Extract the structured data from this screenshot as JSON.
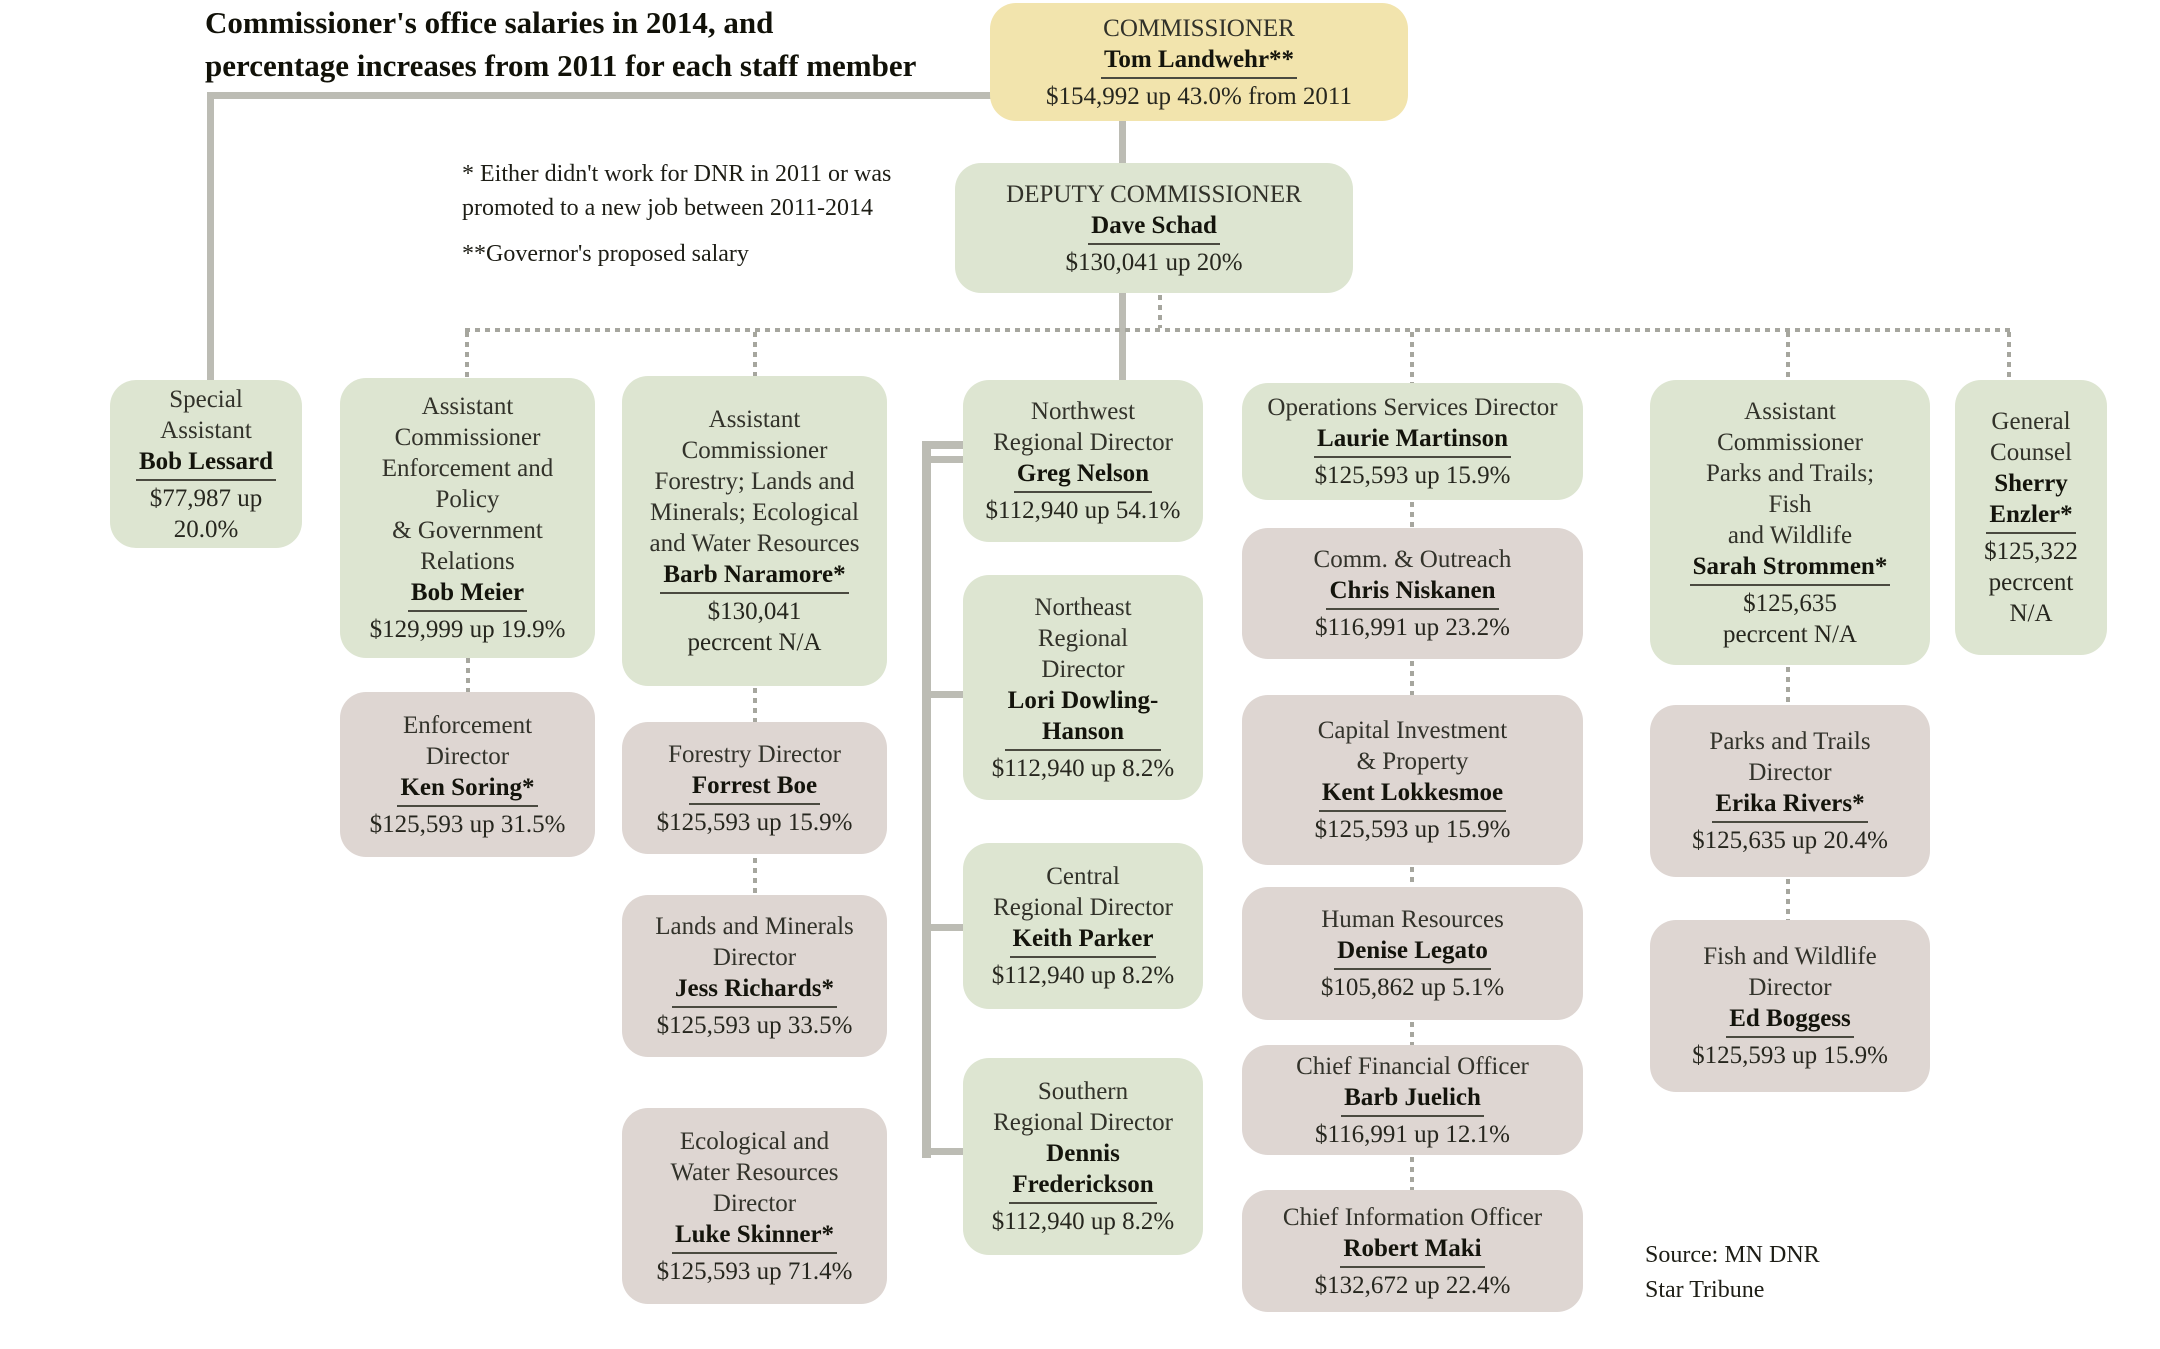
{
  "title": "Commissioner's office salaries in 2014, and\npercentage increases from 2011 for each staff member",
  "footnote_asterisk": "* Either didn't work for DNR in 2011 or was\npromoted to a new job between 2011-2014",
  "footnote_double_asterisk": "**Governor's proposed salary",
  "source": "Source: MN DNR\nStar Tribune",
  "palette": {
    "executive_box": "#f2e4ad",
    "primary_box": "#dde5d1",
    "secondary_box": "#ded6d2",
    "solid_connector": "#bcbcb4",
    "dotted_connector": "#a6a69e",
    "text": "#24241c"
  },
  "nodes": [
    {
      "id": "commissioner",
      "title": "COMMISSIONER",
      "name": "Tom Landwehr**",
      "salary": "$154,992 up 43.0% from 2011",
      "variant": "executive"
    },
    {
      "id": "deputy-commissioner",
      "title": "DEPUTY COMMISSIONER",
      "name": "Dave Schad",
      "salary": "$130,041 up 20%",
      "variant": "primary"
    },
    {
      "id": "special-assistant",
      "title": "Special\nAssistant",
      "name": "Bob Lessard",
      "salary": "$77,987 up\n20.0%",
      "variant": "primary"
    },
    {
      "id": "asst-comm-enforcement",
      "title": "Assistant\nCommissioner\nEnforcement and\nPolicy\n& Government\nRelations",
      "name": "Bob Meier",
      "salary": "$129,999 up 19.9%",
      "variant": "primary"
    },
    {
      "id": "enforcement-director",
      "title": "Enforcement\nDirector",
      "name": "Ken Soring*",
      "salary": "$125,593 up 31.5%",
      "variant": "secondary"
    },
    {
      "id": "asst-comm-forestry",
      "title": "Assistant\nCommissioner\nForestry; Lands and\nMinerals; Ecological\nand Water Resources",
      "name": "Barb Naramore*",
      "salary": "$130,041\npecrcent N/A",
      "variant": "primary"
    },
    {
      "id": "forestry-director",
      "title": "Forestry Director",
      "name": "Forrest Boe",
      "salary": "$125,593 up 15.9%",
      "variant": "secondary"
    },
    {
      "id": "lands-minerals-director",
      "title": "Lands and Minerals\nDirector",
      "name": "Jess Richards*",
      "salary": "$125,593 up 33.5%",
      "variant": "secondary"
    },
    {
      "id": "ecological-water-director",
      "title": "Ecological and\nWater Resources\nDirector",
      "name": "Luke Skinner*",
      "salary": "$125,593 up 71.4%",
      "variant": "secondary"
    },
    {
      "id": "northwest-regional-director",
      "title": "Northwest\nRegional Director",
      "name": "Greg Nelson",
      "salary": "$112,940 up 54.1%",
      "variant": "primary"
    },
    {
      "id": "northeast-regional-director",
      "title": "Northeast\nRegional\nDirector",
      "name": "Lori Dowling-\nHanson",
      "salary": "$112,940 up 8.2%",
      "variant": "primary"
    },
    {
      "id": "central-regional-director",
      "title": "Central\nRegional Director",
      "name": "Keith Parker",
      "salary": "$112,940 up 8.2%",
      "variant": "primary"
    },
    {
      "id": "southern-regional-director",
      "title": "Southern\nRegional Director",
      "name": "Dennis\nFrederickson",
      "salary": "$112,940 up 8.2%",
      "variant": "primary"
    },
    {
      "id": "operations-services-director",
      "title": "Operations Services Director",
      "name": "Laurie Martinson",
      "salary": "$125,593 up 15.9%",
      "variant": "primary"
    },
    {
      "id": "comm-outreach",
      "title": "Comm. & Outreach",
      "name": "Chris Niskanen",
      "salary": "$116,991 up 23.2%",
      "variant": "secondary"
    },
    {
      "id": "capital-investment-property",
      "title": "Capital Investment\n& Property",
      "name": "Kent Lokkesmoe",
      "salary": "$125,593 up 15.9%",
      "variant": "secondary"
    },
    {
      "id": "human-resources",
      "title": "Human Resources",
      "name": "Denise Legato",
      "salary": "$105,862 up 5.1%",
      "variant": "secondary"
    },
    {
      "id": "chief-financial-officer",
      "title": "Chief Financial Officer",
      "name": "Barb Juelich",
      "salary": "$116,991 up 12.1%",
      "variant": "secondary"
    },
    {
      "id": "chief-information-officer",
      "title": "Chief Information Officer",
      "name": "Robert Maki",
      "salary": "$132,672 up 22.4%",
      "variant": "secondary"
    },
    {
      "id": "asst-comm-parks",
      "title": "Assistant\nCommissioner\nParks and Trails;\nFish\nand Wildlife",
      "name": "Sarah Strommen*",
      "salary": "$125,635\npecrcent N/A",
      "variant": "primary"
    },
    {
      "id": "parks-trails-director",
      "title": "Parks and Trails\nDirector",
      "name": "Erika Rivers*",
      "salary": "$125,635 up 20.4%",
      "variant": "secondary"
    },
    {
      "id": "fish-wildlife-director",
      "title": "Fish and Wildlife\nDirector",
      "name": "Ed Boggess",
      "salary": "$125,593 up 15.9%",
      "variant": "secondary"
    },
    {
      "id": "general-counsel",
      "title": "General\nCounsel",
      "name": "Sherry\nEnzler*",
      "salary": "$125,322\npecrcent\nN/A",
      "variant": "primary"
    }
  ]
}
